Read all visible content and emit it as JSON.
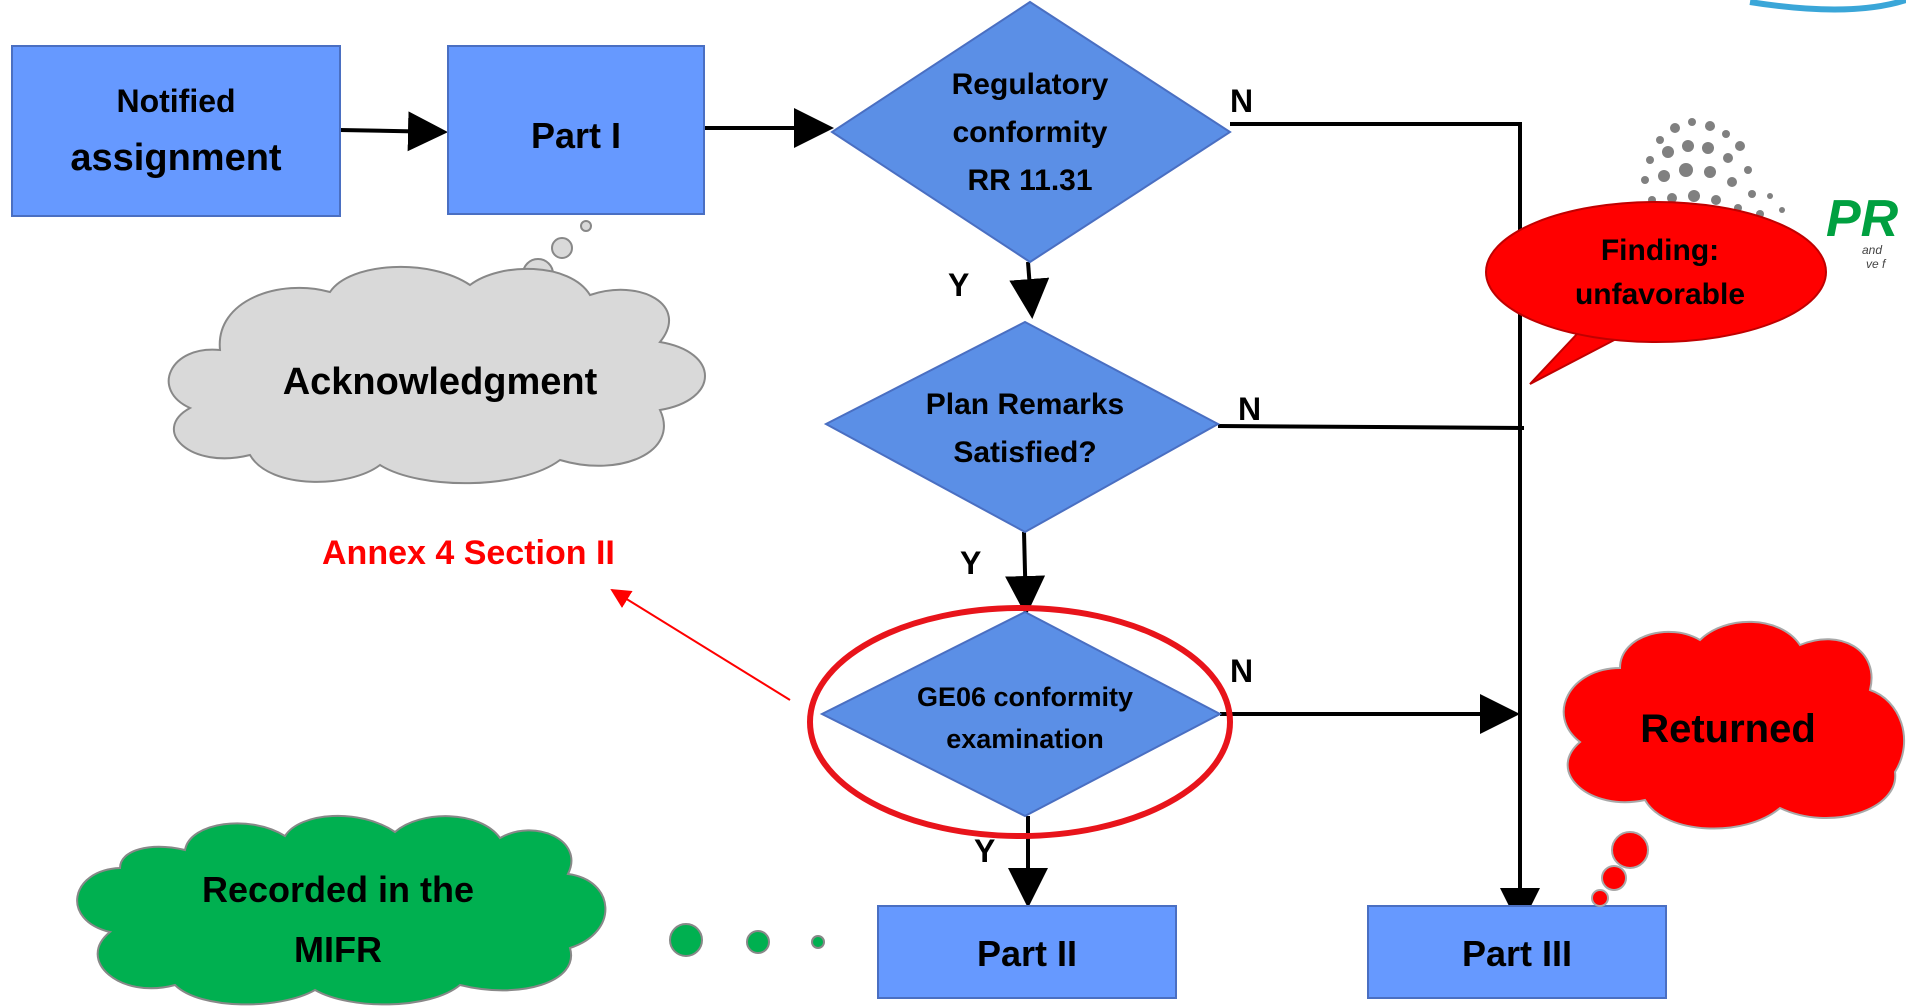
{
  "colors": {
    "box_blue": "#6699FF",
    "box_border": "#4A6FC2",
    "diamond_blue": "#5B8FE6",
    "cloud_gray": "#D9D9D9",
    "cloud_red": "#FF0000",
    "cloud_green": "#00B050",
    "highlight_red": "#E8141B",
    "annotation_red": "#FF0000",
    "logo_green": "#00A040"
  },
  "nodes": {
    "notified": [
      "Notified",
      "assignment"
    ],
    "part1": "Part I",
    "regulatory": [
      "Regulatory",
      "conformity",
      "RR 11.31"
    ],
    "plan": [
      "Plan Remarks",
      "Satisfied?"
    ],
    "ge06": [
      "GE06 conformity",
      "examination"
    ],
    "part2": "Part II",
    "part3": "Part III"
  },
  "callouts": {
    "acknowledgment": "Acknowledgment",
    "finding": [
      "Finding:",
      "unfavorable"
    ],
    "returned": "Returned",
    "recorded": [
      "Recorded in the",
      "MIFR"
    ]
  },
  "branch_labels": {
    "yes": "Y",
    "no": "N"
  },
  "annotation": "Annex 4 Section II",
  "logo": {
    "text": "PR",
    "partial_lines": [
      "and",
      "ve f"
    ]
  }
}
